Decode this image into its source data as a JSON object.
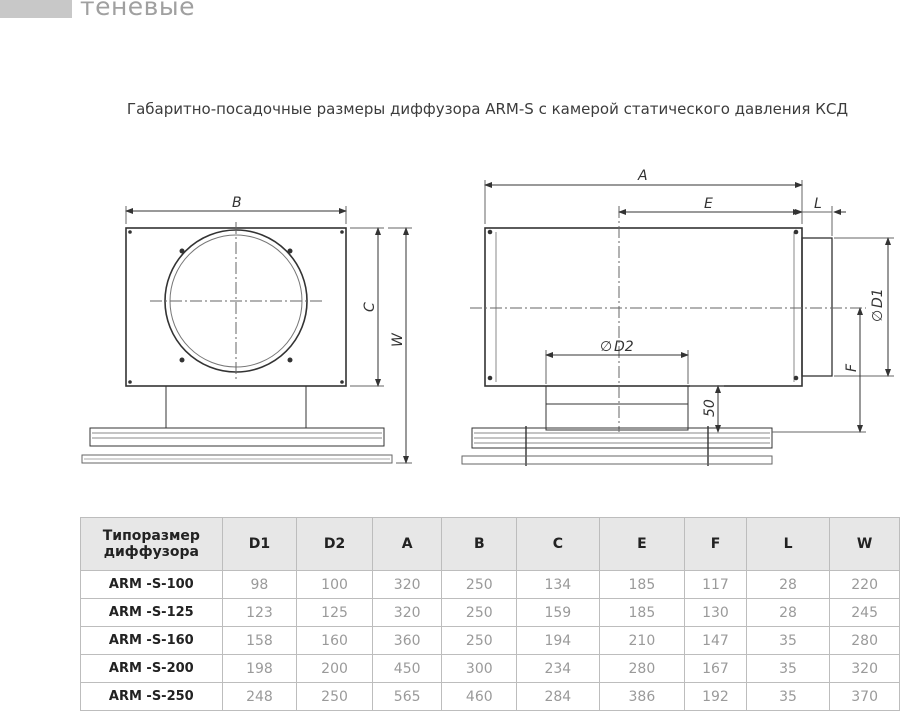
{
  "header": {
    "section_title": "теневые"
  },
  "caption": "Габаритно-посадочные размеры диффузора ARM-S с камерой статического давления КСД",
  "drawing_labels": {
    "front": {
      "B": "B",
      "C": "C",
      "W": "W"
    },
    "side": {
      "A": "A",
      "E": "E",
      "L": "L",
      "D1": "D1",
      "D2": "D2",
      "F": "F",
      "h50": "50"
    },
    "diameter_symbol": "∅"
  },
  "table": {
    "header_model": "Типоразмер диффузора",
    "headers": [
      "D1",
      "D2",
      "A",
      "B",
      "C",
      "E",
      "F",
      "L",
      "W"
    ],
    "rows": [
      {
        "model": "ARM -S-100",
        "values": [
          "98",
          "100",
          "320",
          "250",
          "134",
          "185",
          "117",
          "28",
          "220"
        ]
      },
      {
        "model": "ARM -S-125",
        "values": [
          "123",
          "125",
          "320",
          "250",
          "159",
          "185",
          "130",
          "28",
          "245"
        ]
      },
      {
        "model": "ARM -S-160",
        "values": [
          "158",
          "160",
          "360",
          "250",
          "194",
          "210",
          "147",
          "35",
          "280"
        ]
      },
      {
        "model": "ARM -S-200",
        "values": [
          "198",
          "200",
          "450",
          "300",
          "234",
          "280",
          "167",
          "35",
          "320"
        ]
      },
      {
        "model": "ARM -S-250",
        "values": [
          "248",
          "250",
          "565",
          "460",
          "284",
          "386",
          "192",
          "35",
          "370"
        ]
      }
    ]
  }
}
